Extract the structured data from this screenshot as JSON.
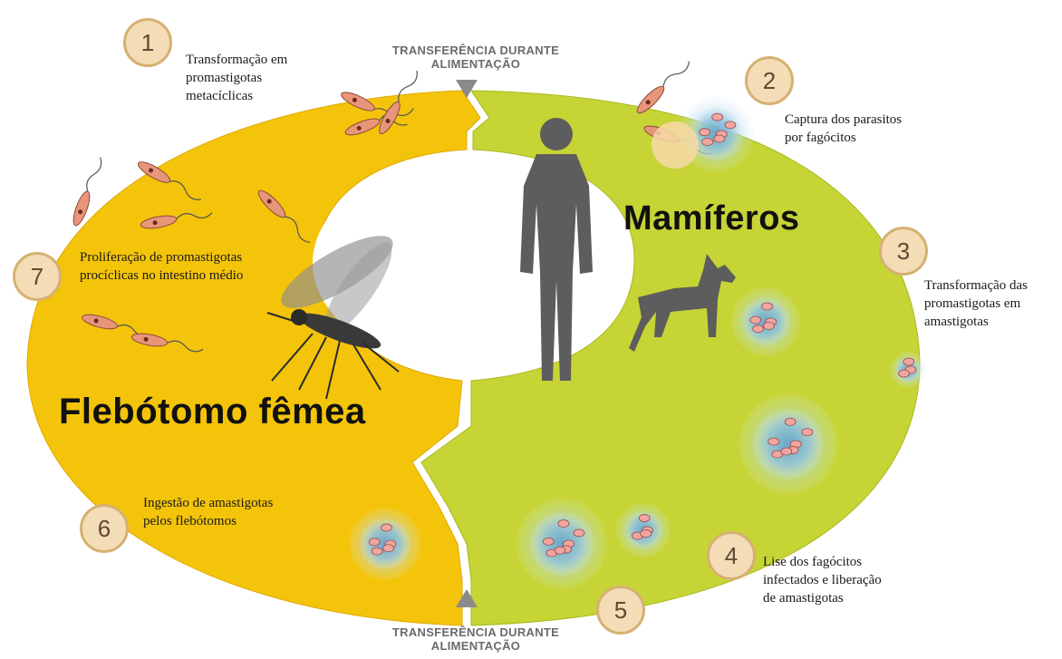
{
  "colors": {
    "vector_half": "#f4c40a",
    "vector_half_edge": "#e0a800",
    "host_half": "#c6d435",
    "host_half_edge": "#a8ba1e",
    "silhouette": "#5d5d5d",
    "badge_fill": "#f3dcb6",
    "badge_ring": "#d6b072",
    "parasite": "#e8957a",
    "cell": "#7fb6d6"
  },
  "transfer_top": {
    "line1": "TRANSFERÊNCIA DURANTE",
    "line2": "ALIMENTAÇÃO"
  },
  "transfer_bottom": {
    "line1": "TRANSFERÊNCIA DURANTE",
    "line2": "ALIMENTAÇÃO"
  },
  "vector_title": "Flebótomo fêmea",
  "host_title": "Mamíferos",
  "steps": [
    {
      "num": "1",
      "text": "Transformação em\npromastigotas\nmetacíclicas"
    },
    {
      "num": "2",
      "text": "Captura dos parasitos\npor fagócitos"
    },
    {
      "num": "3",
      "text": "Transformação das\npromastigotas em\namastigotas"
    },
    {
      "num": "4",
      "text": "Lise dos fagócitos\ninfectados e liberação\nde amastigotas"
    },
    {
      "num": "5",
      "text": ""
    },
    {
      "num": "6",
      "text": "Ingestão de amastigotas\npelos flebótomos"
    },
    {
      "num": "7",
      "text": "Proliferação de promastigotas\nprocíclicas no intestino médio"
    }
  ],
  "icons": [
    "human-silhouette-icon",
    "dog-silhouette-icon",
    "sandfly-icon",
    "promastigote-icon",
    "infected-phagocyte-icon"
  ]
}
